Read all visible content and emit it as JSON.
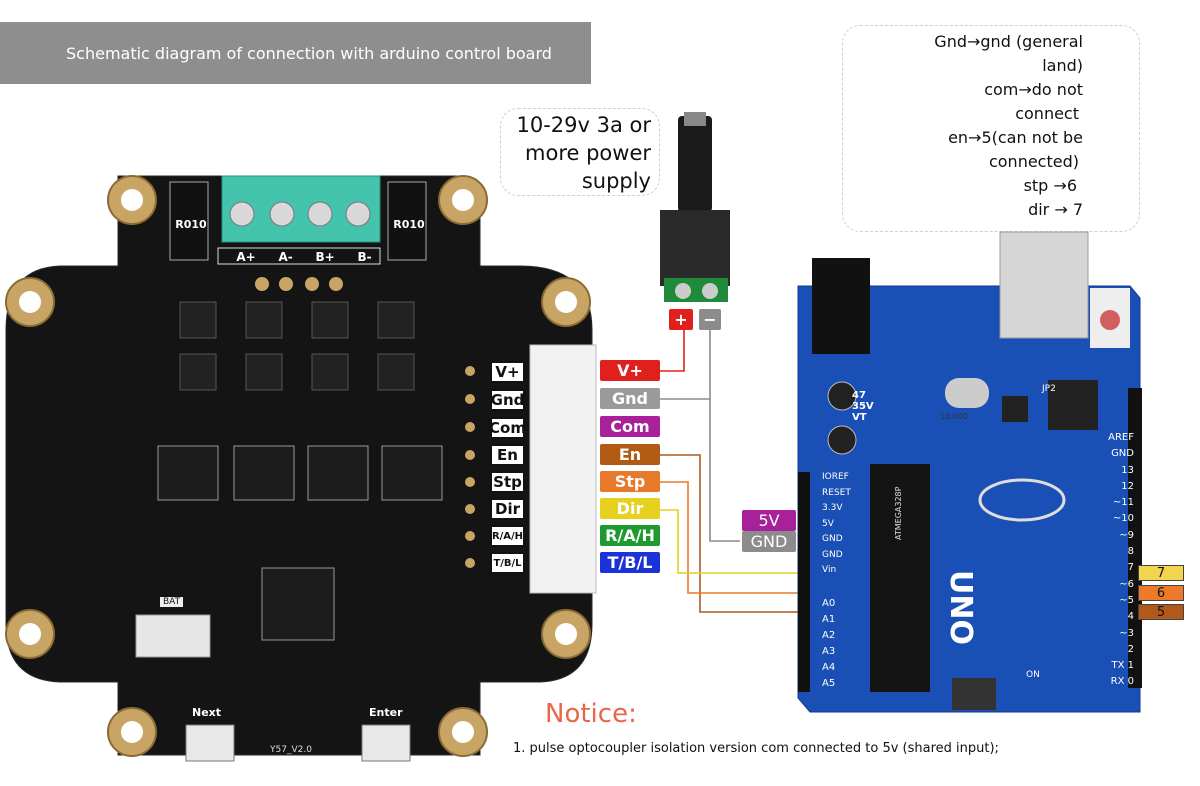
{
  "title": "Schematic diagram of connection with arduino control board",
  "power_supply_note": [
    "10-29v 3a or",
    "more power",
    "supply"
  ],
  "pin_notes": [
    "Gnd→gnd (general",
    "land)",
    "com→do not",
    "connect",
    "en→5(can not be",
    "connected)",
    "stp →6",
    "dir → 7"
  ],
  "driver_board": {
    "motor_terminals": [
      "A+",
      "A-",
      "B+",
      "B-"
    ],
    "resistor_label": "R010",
    "header_pins": [
      "V+",
      "Gnd",
      "Com",
      "En",
      "Stp",
      "Dir",
      "R/A/H",
      "T/B/L"
    ],
    "buttons": [
      "Next",
      "Enter"
    ],
    "version": "Y57_V2.0",
    "battery_label": "BAT"
  },
  "wire_labels": [
    {
      "text": "V+",
      "color": "#e0201c"
    },
    {
      "text": "Gnd",
      "color": "#9a9a9a"
    },
    {
      "text": "Com",
      "color": "#a8209a"
    },
    {
      "text": "En",
      "color": "#b05a14"
    },
    {
      "text": "Stp",
      "color": "#e8782a"
    },
    {
      "text": "Dir",
      "color": "#e6d21e"
    },
    {
      "text": "R/A/H",
      "color": "#1e9a30"
    },
    {
      "text": "T/B/L",
      "color": "#1a32d6"
    }
  ],
  "jack_terminals": [
    "+",
    "−"
  ],
  "arduino": {
    "power_labels": [
      "5V",
      "GND"
    ],
    "left_pins": [
      "IOREF",
      "RESET",
      "3.3V",
      "5V",
      "GND",
      "GND",
      "Vin"
    ],
    "analog_pins": [
      "A0",
      "A1",
      "A2",
      "A3",
      "A4",
      "A5"
    ],
    "digital_pins": [
      "AREF",
      "GND",
      "13",
      "12",
      "~11",
      "~10",
      "~9",
      "8",
      "7",
      "~6",
      "~5",
      "4",
      "~3",
      "2",
      "TX 1",
      "RX 0"
    ],
    "logo": "UNO",
    "chip": "ATMEGA328P",
    "crystal": "16.000",
    "jp2": "JP2",
    "on": "ON",
    "capacitor": [
      "47",
      "35V",
      "VT"
    ],
    "pin_tags": [
      {
        "text": "7",
        "color": "#f2d44e"
      },
      {
        "text": "6",
        "color": "#ec7a2a"
      },
      {
        "text": "5",
        "color": "#b0591a"
      }
    ]
  },
  "notice_title": "Notice:",
  "notice_lines": [
    "1. pulse optocoupler isolation version com connected to 5v (shared input);"
  ],
  "colors": {
    "board": "#141414",
    "arduino": "#1a4fb6",
    "terminal": "#44c4ad",
    "title_bar": "#8e8e8e",
    "notice": "#e8664a"
  }
}
